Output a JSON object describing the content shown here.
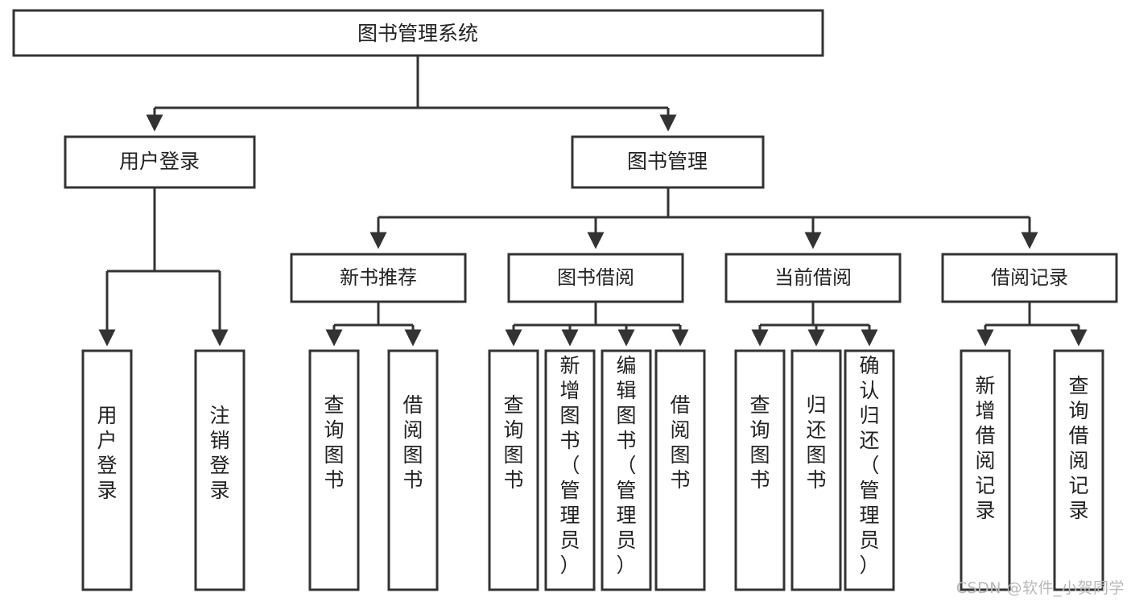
{
  "diagram": {
    "title": "图书管理系统",
    "type": "tree",
    "watermark": "CSDN @软件_小贺同学",
    "colors": {
      "stroke": "#333333",
      "fill": "#ffffff",
      "text": "#222222",
      "watermark": "#b8b8b8"
    },
    "nodes": {
      "root": {
        "label": "图书管理系统"
      },
      "level1": [
        {
          "label": "用户登录"
        },
        {
          "label": "图书管理"
        }
      ],
      "level2": [
        {
          "label": "新书推荐"
        },
        {
          "label": "图书借阅"
        },
        {
          "label": "当前借阅"
        },
        {
          "label": "借阅记录"
        }
      ],
      "leaves": {
        "user_login": [
          {
            "label": "用户登录"
          },
          {
            "label": "注销登录"
          }
        ],
        "new_books": [
          {
            "label": "查询图书"
          },
          {
            "label": "借阅图书"
          }
        ],
        "book_borrow": [
          {
            "label": "查询图书"
          },
          {
            "label": "新增图书（管理员）"
          },
          {
            "label": "编辑图书（管理员）"
          },
          {
            "label": "借阅图书"
          }
        ],
        "current_borrow": [
          {
            "label": "查询图书"
          },
          {
            "label": "归还图书"
          },
          {
            "label": "确认归还（管理员）"
          }
        ],
        "borrow_record": [
          {
            "label": "新增借阅记录"
          },
          {
            "label": "查询借阅记录"
          }
        ]
      }
    }
  }
}
